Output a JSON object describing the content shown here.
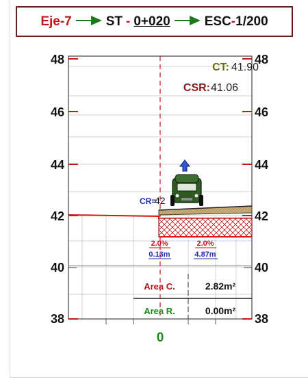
{
  "header": {
    "axis_label": "Eje-7",
    "st_label": "ST",
    "dash": "-",
    "station": "0+020",
    "scale_prefix": "ESC",
    "scale_dash": "-",
    "scale_value": "1/200"
  },
  "elevation_axis": {
    "ticks": [
      "48",
      "46",
      "44",
      "42",
      "40",
      "38"
    ],
    "range": [
      38,
      48
    ]
  },
  "offset_axis": {
    "center_label": "0"
  },
  "terrain": {
    "ct_label": "CT:",
    "ct_value": "41.90"
  },
  "subgrade": {
    "csr_label": "CSR:",
    "csr_value": "41.06"
  },
  "road": {
    "cr_label": "CR=",
    "cr_value": "42"
  },
  "slopes": [
    {
      "grade": "2.0%",
      "width": "0.13m"
    },
    {
      "grade": "2.0%",
      "width": "4.87m"
    }
  ],
  "areas": {
    "cut_label": "Area C.",
    "cut_value": "2.82m²",
    "fill_label": "Area R.",
    "fill_value": "0.00m²"
  },
  "colors": {
    "frame": "#6b1c1c",
    "accent_red": "#c01818",
    "green": "#1a8a1a",
    "blue": "#1c2ea8",
    "ct_olive": "#6b6b1a",
    "csr_red": "#8b1a1a"
  }
}
